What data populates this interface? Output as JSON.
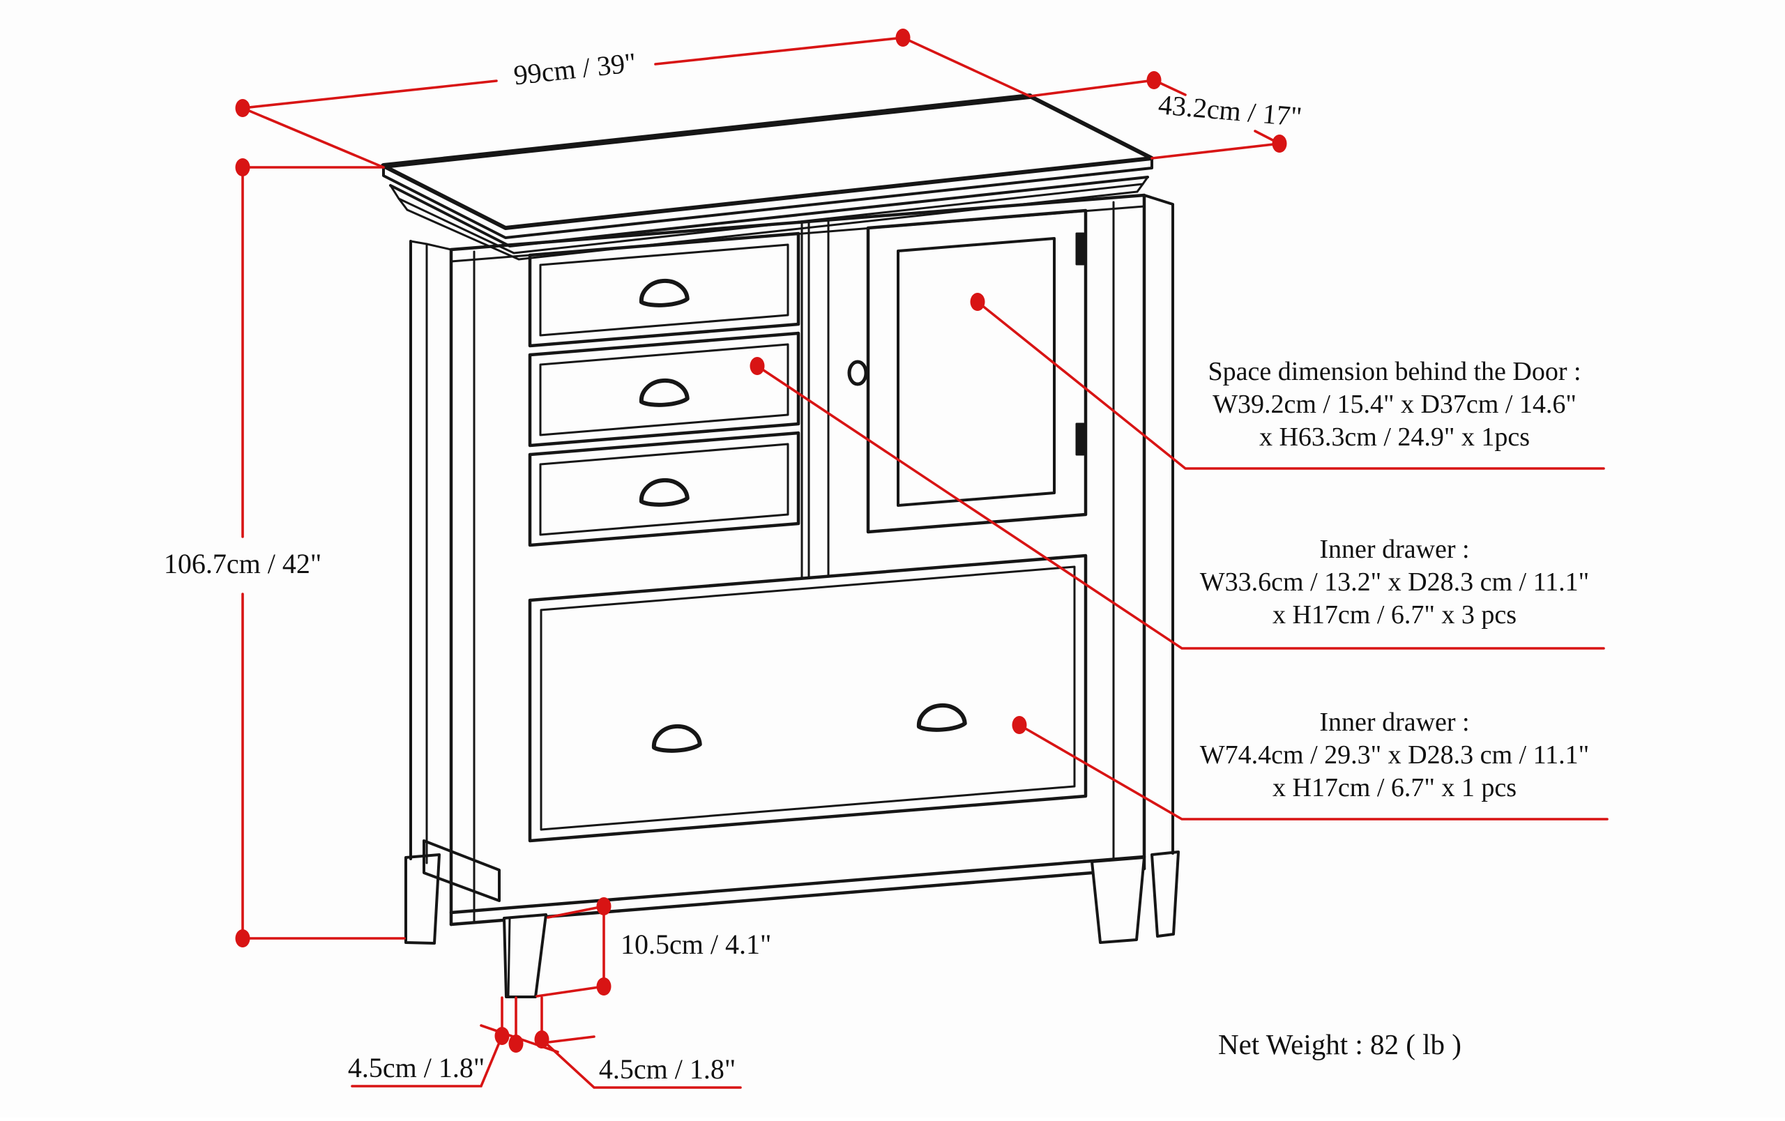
{
  "diagram_title": "furniture-dimension-diagram",
  "labels": {
    "width": "99cm / 39\"",
    "depth": "43.2cm / 17\"",
    "height": "106.7cm / 42\"",
    "leg_height": "10.5cm / 4.1\"",
    "leg_width_left": "4.5cm / 1.8\"",
    "leg_width_right": "4.5cm / 1.8\""
  },
  "annotations": [
    {
      "lines": [
        "Space dimension behind the Door :",
        "W39.2cm / 15.4\" x D37cm / 14.6\"",
        "x H63.3cm / 24.9\" x 1pcs"
      ]
    },
    {
      "lines": [
        "Inner drawer :",
        "W33.6cm / 13.2\" x D28.3 cm / 11.1\"",
        "x H17cm / 6.7\" x 3 pcs"
      ]
    },
    {
      "lines": [
        "Inner drawer :",
        "W74.4cm / 29.3\" x D28.3 cm / 11.1\"",
        "x H17cm / 6.7\" x 1 pcs"
      ]
    }
  ],
  "net_weight": "Net Weight : 82 ( lb )",
  "colors": {
    "dimension_red": "#d81414",
    "line_black": "#161616"
  }
}
